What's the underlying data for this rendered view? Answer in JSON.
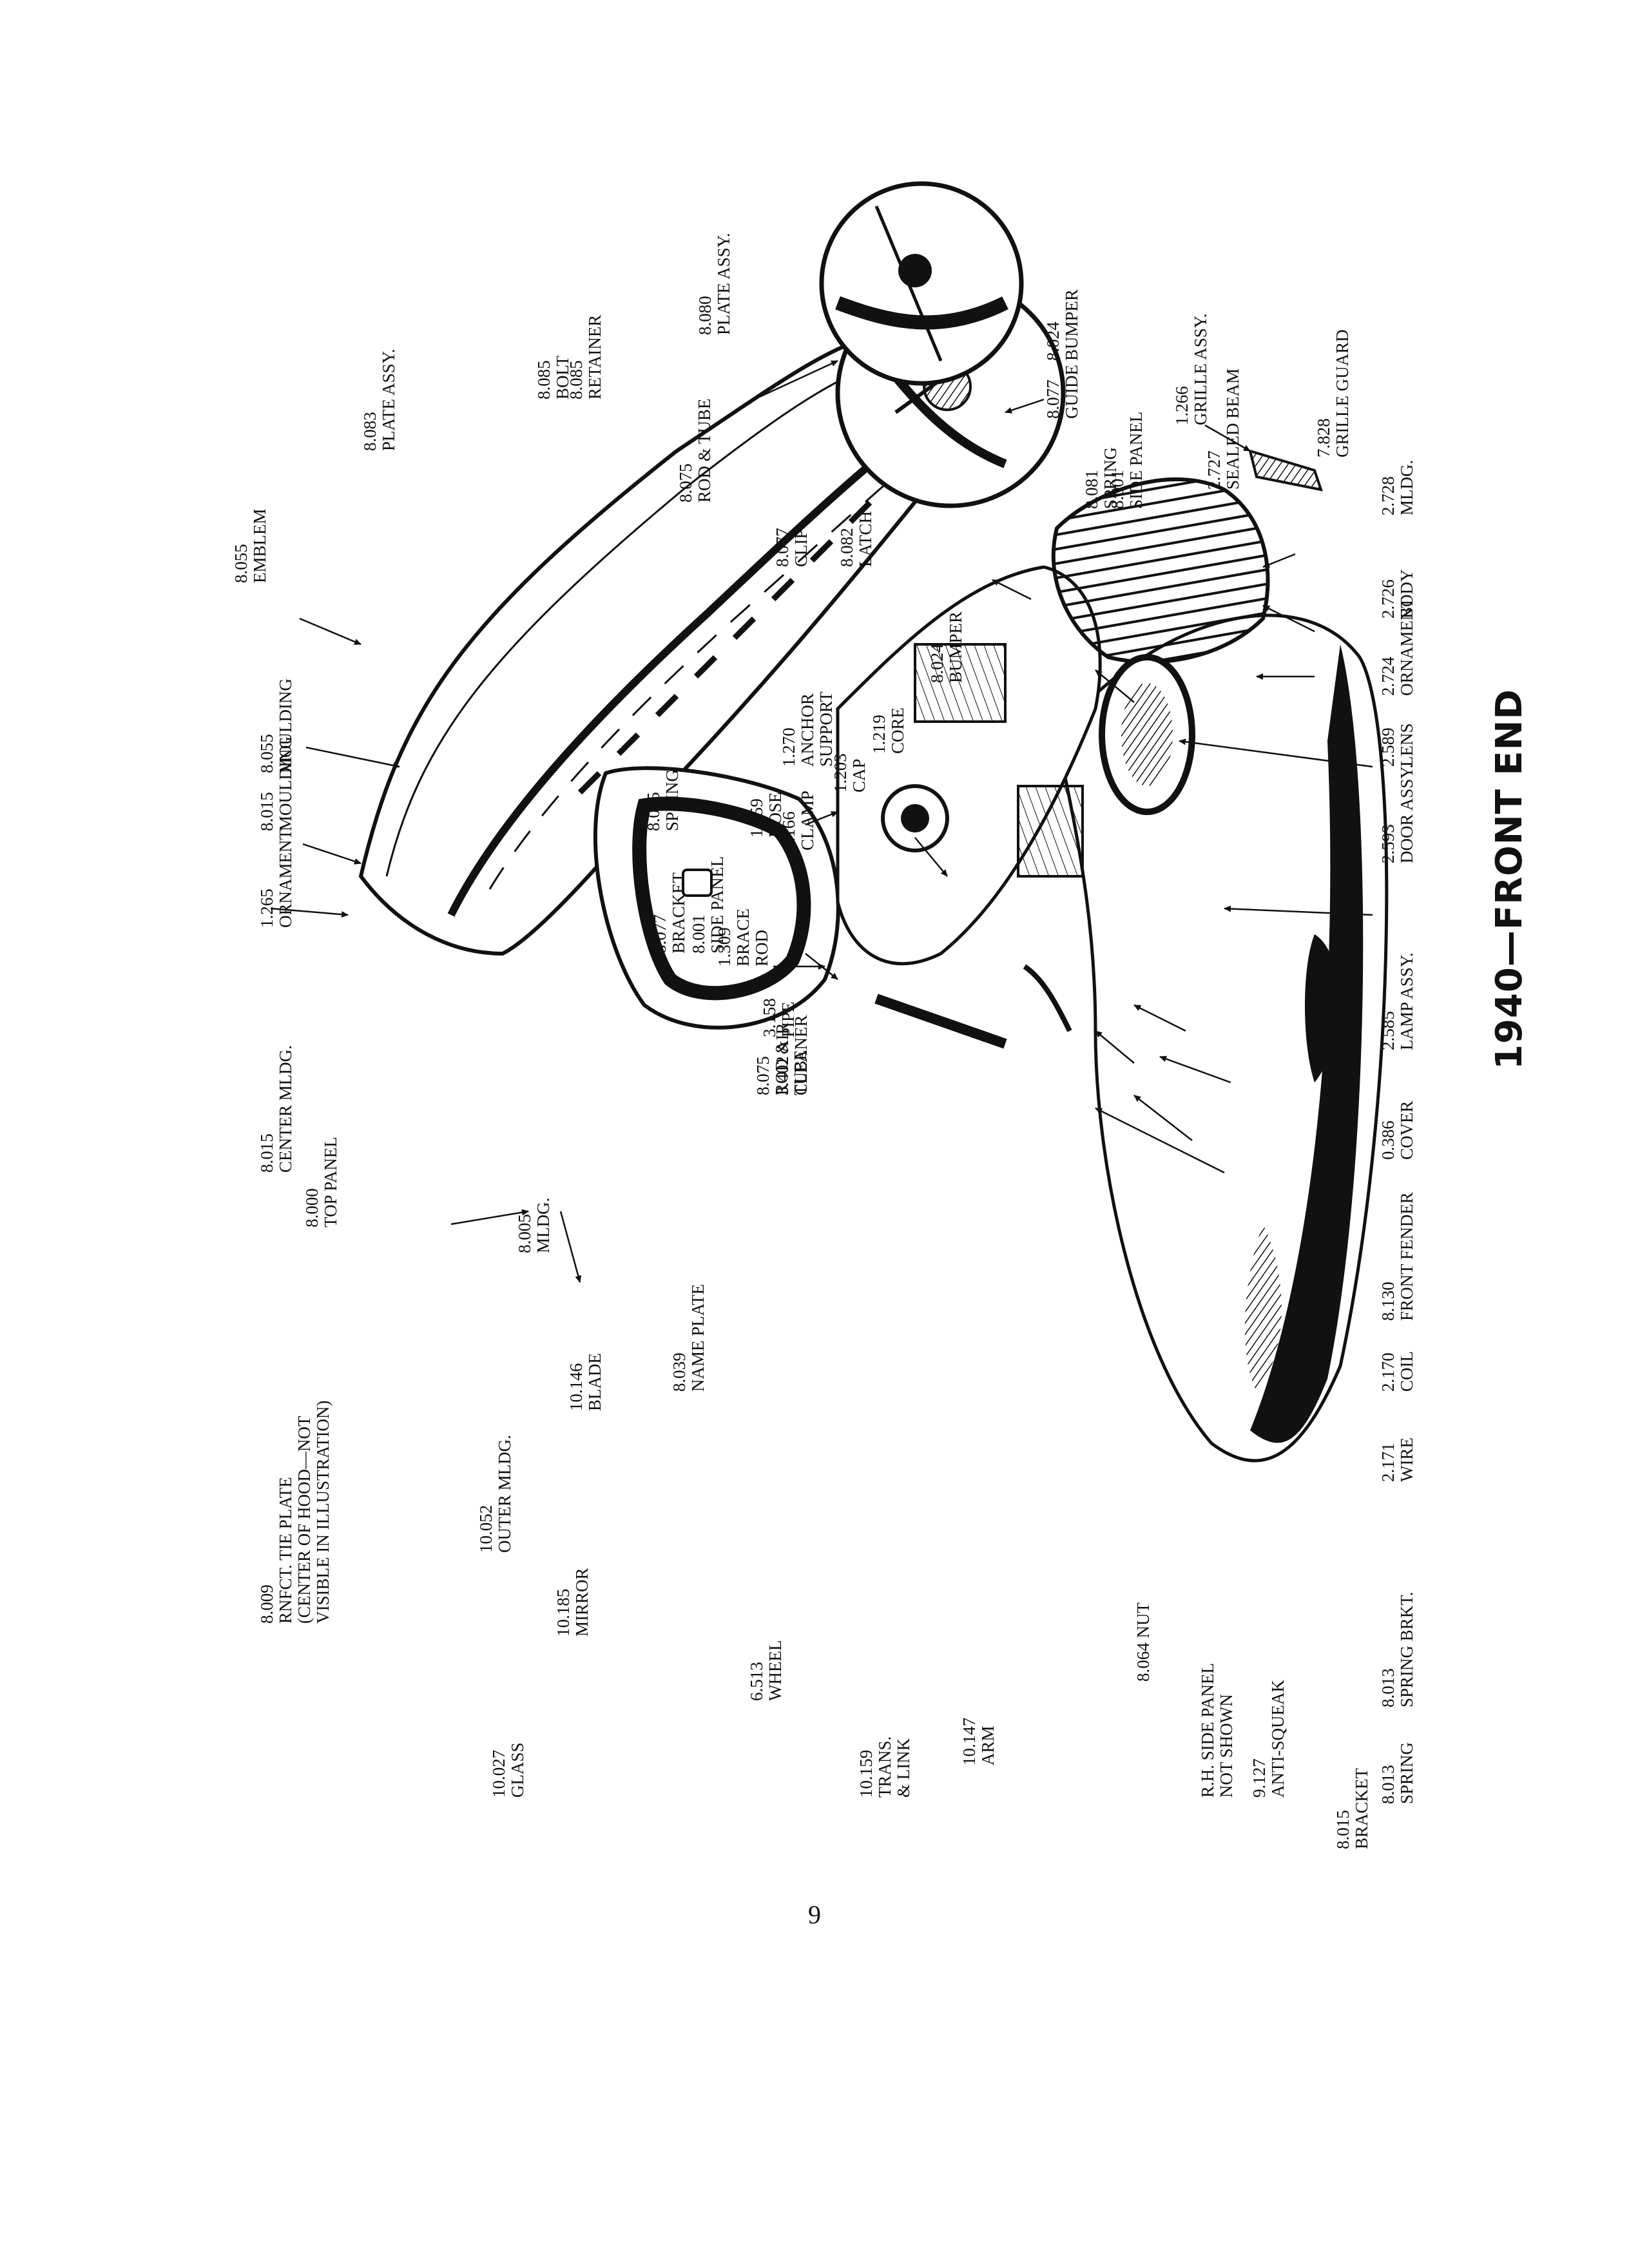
{
  "title": "1940—FRONT END",
  "page_number": "9",
  "callouts": [
    {
      "id": "c01",
      "lines": [
        "8.055",
        "EMBLEM"
      ]
    },
    {
      "id": "c02",
      "lines": [
        "8.055",
        "MOULDING"
      ]
    },
    {
      "id": "c03",
      "lines": [
        "8.015",
        "MOULDING"
      ]
    },
    {
      "id": "c04",
      "lines": [
        "1.265",
        "ORNAMENT"
      ]
    },
    {
      "id": "c05",
      "lines": [
        "8.015",
        "CENTER MLDG."
      ]
    },
    {
      "id": "c06",
      "lines": [
        "8.000",
        "TOP PANEL"
      ]
    },
    {
      "id": "c07",
      "lines": [
        "8.005",
        "MLDG."
      ]
    },
    {
      "id": "c08",
      "lines": [
        "8.009",
        "RNFCT. TIE PLATE",
        "(CENTER OF HOOD—NOT",
        "VISIBLE IN ILLUSTRATION)"
      ]
    },
    {
      "id": "c09",
      "lines": [
        "10.052",
        "OUTER MLDG."
      ]
    },
    {
      "id": "c10",
      "lines": [
        "10.146",
        "BLADE"
      ]
    },
    {
      "id": "c11",
      "lines": [
        "8.039",
        "NAME PLATE"
      ]
    },
    {
      "id": "c12",
      "lines": [
        "10.185",
        "MIRROR"
      ]
    },
    {
      "id": "c13",
      "lines": [
        "6.513",
        "WHEEL"
      ]
    },
    {
      "id": "c14",
      "lines": [
        "10.027",
        "GLASS"
      ]
    },
    {
      "id": "c15",
      "lines": [
        "10.159",
        "TRANS.",
        "& LINK"
      ]
    },
    {
      "id": "c16",
      "lines": [
        "10.147",
        "ARM"
      ]
    },
    {
      "id": "c17",
      "lines": [
        "8.064 NUT"
      ]
    },
    {
      "id": "c18",
      "lines": [
        "R.H. SIDE PANEL",
        "NOT SHOWN"
      ]
    },
    {
      "id": "c19",
      "lines": [
        "9.127",
        "ANTI-SQUEAK"
      ]
    },
    {
      "id": "c20",
      "lines": [
        "8.015",
        "BRACKET"
      ]
    },
    {
      "id": "c21",
      "lines": [
        "8.013",
        "SPRING BRKT."
      ]
    },
    {
      "id": "c22",
      "lines": [
        "8.013",
        "SPRING"
      ]
    },
    {
      "id": "c23",
      "lines": [
        "2.171",
        "WIRE"
      ]
    },
    {
      "id": "c24",
      "lines": [
        "2.170",
        "COIL"
      ]
    },
    {
      "id": "c25",
      "lines": [
        "8.130",
        "FRONT FENDER"
      ]
    },
    {
      "id": "c26",
      "lines": [
        "0.386",
        "COVER"
      ]
    },
    {
      "id": "c27",
      "lines": [
        "2.585",
        "LAMP ASSY."
      ]
    },
    {
      "id": "c28",
      "lines": [
        "2.593",
        "DOOR ASSY."
      ]
    },
    {
      "id": "c29",
      "lines": [
        "2.589",
        "LENS"
      ]
    },
    {
      "id": "c30",
      "lines": [
        "2.724",
        "ORNAMENT"
      ]
    },
    {
      "id": "c31",
      "lines": [
        "2.726",
        "BODY"
      ]
    },
    {
      "id": "c32",
      "lines": [
        "2.728",
        "MLDG."
      ]
    },
    {
      "id": "c33",
      "lines": [
        "7.828",
        "GRILLE GUARD"
      ]
    },
    {
      "id": "c34",
      "lines": [
        "2.727",
        "SEALED BEAM"
      ]
    },
    {
      "id": "c35",
      "lines": [
        "1.266",
        "GRILLE ASSY."
      ]
    },
    {
      "id": "c36",
      "lines": [
        "8.001",
        "SIDE PANEL"
      ]
    },
    {
      "id": "c37",
      "lines": [
        "8.081",
        "SPRING"
      ]
    },
    {
      "id": "c38",
      "lines": [
        "8.077",
        "GUIDE"
      ]
    },
    {
      "id": "c39",
      "lines": [
        "8.024",
        "BUMPER"
      ]
    },
    {
      "id": "c40",
      "lines": [
        "8.080",
        "PLATE ASSY."
      ]
    },
    {
      "id": "c41",
      "lines": [
        "8.075",
        "ROD & TUBE"
      ]
    },
    {
      "id": "c42",
      "lines": [
        "8.085",
        "RETAINER"
      ]
    },
    {
      "id": "c43",
      "lines": [
        "8.085",
        "BOLT"
      ]
    },
    {
      "id": "c44",
      "lines": [
        "8.083",
        "PLATE ASSY."
      ]
    },
    {
      "id": "c45",
      "lines": [
        "8.085",
        "SPRING"
      ]
    },
    {
      "id": "c46",
      "lines": [
        "8.077",
        "CLIP"
      ]
    },
    {
      "id": "c47",
      "lines": [
        "8.082",
        "LATCH"
      ]
    },
    {
      "id": "c48",
      "lines": [
        "8.024",
        "BUMPER"
      ]
    },
    {
      "id": "c49",
      "lines": [
        "1.270",
        "ANCHOR",
        "SUPPORT"
      ]
    },
    {
      "id": "c50",
      "lines": [
        "1.219",
        "CORE"
      ]
    },
    {
      "id": "c51",
      "lines": [
        "1.203",
        "CAP"
      ]
    },
    {
      "id": "c52",
      "lines": [
        "1.166",
        "CLAMP"
      ]
    },
    {
      "id": "c53",
      "lines": [
        "1.159",
        "HOSE"
      ]
    },
    {
      "id": "c54",
      "lines": [
        "8.077",
        "BRACKET"
      ]
    },
    {
      "id": "c55",
      "lines": [
        "8.001",
        "SIDE PANEL"
      ]
    },
    {
      "id": "c56",
      "lines": [
        "1.309",
        "BRACE",
        "ROD"
      ]
    },
    {
      "id": "c57",
      "lines": [
        "3.158",
        "PIPE"
      ]
    },
    {
      "id": "c58",
      "lines": [
        "3.402 AIR",
        "CLEANER"
      ]
    },
    {
      "id": "c59",
      "lines": [
        "8.075",
        "ROD &",
        "TUBE"
      ]
    }
  ]
}
